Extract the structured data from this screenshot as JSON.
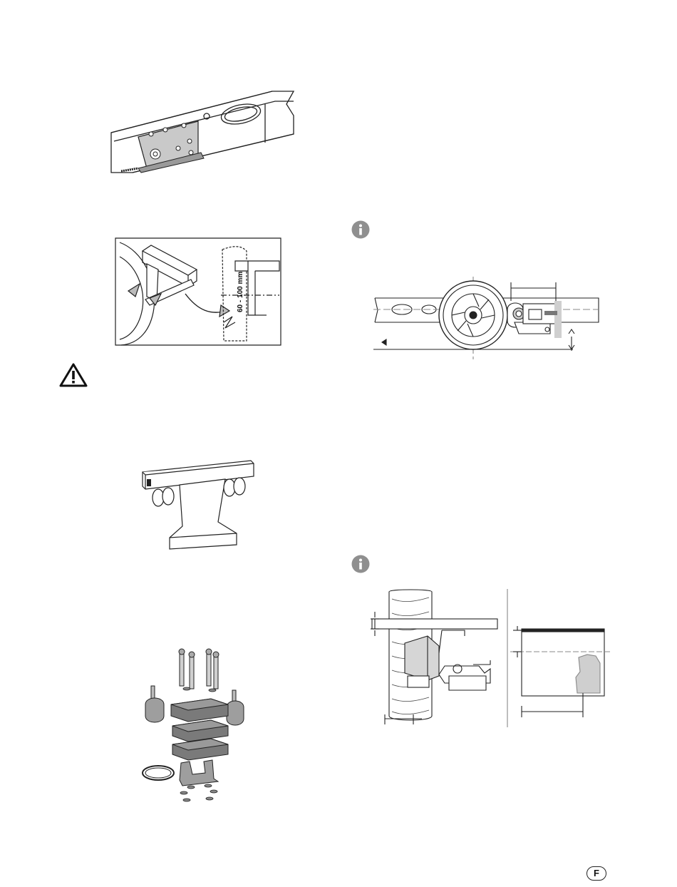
{
  "figures": {
    "chassis_bracket": {
      "icon": "chassis-rail-bracket-illustration"
    },
    "wheel_clearance": {
      "icon": "wheel-clearance-illustration",
      "dimension_label": "60 - 100 mm"
    },
    "crossbar_mount": {
      "icon": "crossbar-mount-illustration"
    },
    "fitting_kit": {
      "icon": "fitting-kit-exploded-illustration"
    },
    "axle_side_view": {
      "icon": "axle-side-view-diagram"
    },
    "tyre_front_view": {
      "icon": "tyre-roller-front-view-diagram"
    }
  },
  "notes": {
    "info_1": {
      "icon": "info-icon"
    },
    "info_2": {
      "icon": "info-icon"
    },
    "warning": {
      "icon": "warning-icon"
    }
  },
  "page": {
    "language_badge": "F"
  },
  "colors": {
    "line": "#222222",
    "shade": "#9a9a9a",
    "light_shade": "#cfcfcf"
  }
}
